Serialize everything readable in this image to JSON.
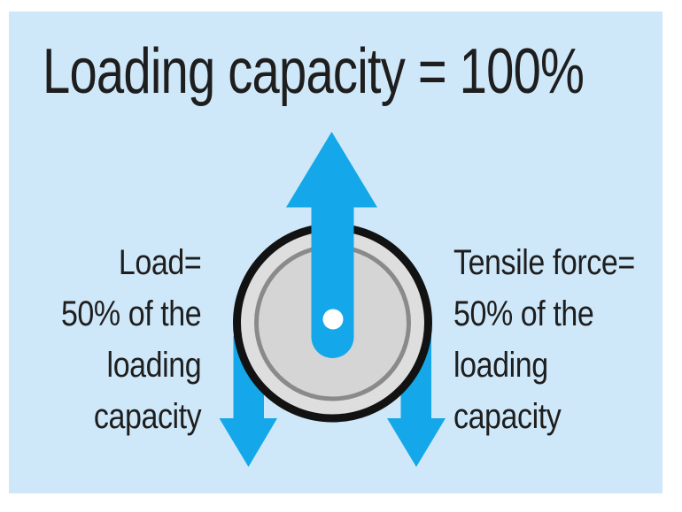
{
  "figure": {
    "title": "Loading capacity = 100%",
    "left_label": {
      "lines": [
        "Load=",
        "50% of the",
        "loading",
        "capacity"
      ]
    },
    "right_label": {
      "lines": [
        "Tensile force=",
        "50% of the",
        "loading",
        "capacity"
      ]
    },
    "loading_capacity_percent": "100%",
    "load_percent": "50%",
    "tensile_force_percent": "50%"
  },
  "colors": {
    "panel_background": "#CFE8F9",
    "arrow_blue": "#14A7E9",
    "pulley_face_gray": "#DEDEDE",
    "pulley_inner_gray": "#D5D5D5",
    "pulley_groove_gray": "#8A8A8A",
    "pulley_rim_black": "#121212",
    "axle_white": "#FFFFFF",
    "text_black": "#1E1E1E"
  }
}
